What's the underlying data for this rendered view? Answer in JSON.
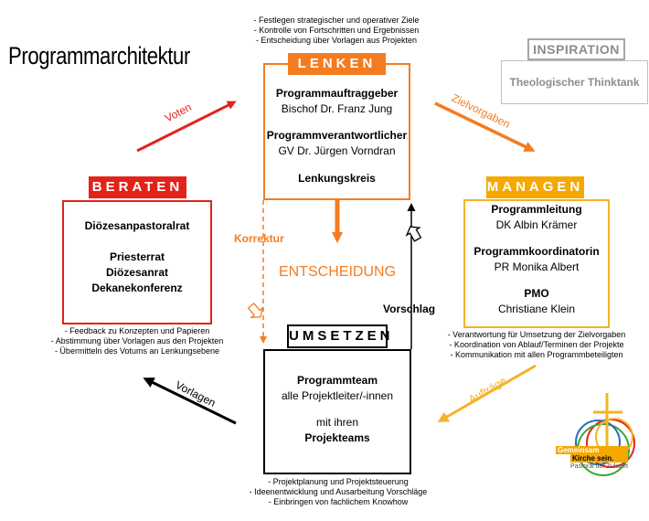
{
  "title": "Programmarchitektur",
  "lenken": {
    "label": "LENKEN",
    "notes": [
      "- Festlegen strategischer und operativer Ziele",
      "- Kontrolle von Fortschritten und Ergebnissen",
      "- Entscheidung über Vorlagen aus Projekten"
    ],
    "role1_title": "Programmauftraggeber",
    "role1_name": "Bischof Dr. Franz Jung",
    "role2_title": "Programmverantwortlicher",
    "role2_name": "GV Dr. Jürgen Vorndran",
    "role3_title": "Lenkungskreis"
  },
  "inspiration": {
    "label": "INSPIRATION",
    "text": "Theologischer Thinktank"
  },
  "beraten": {
    "label": "BERATEN",
    "line1": "Diözesanpastoralrat",
    "line2": "Priesterrat",
    "line3": "Diözesanrat",
    "line4": "Dekanekonferenz",
    "notes": [
      "- Feedback zu Konzepten und Papieren",
      "- Abstimmung über Vorlagen aus den Projekten",
      "- Übermitteln des Votums an Lenkungsebene"
    ]
  },
  "managen": {
    "label": "MANAGEN",
    "role1_title": "Programmleitung",
    "role1_name": "DK Albin Krämer",
    "role2_title": "Programmkoordinatorin",
    "role2_name": "PR Monika Albert",
    "role3_title": "PMO",
    "role3_name": "Christiane Klein",
    "notes": [
      "- Verantwortung für Umsetzung der Zielvorgaben",
      "- Koordination von Ablauf/Terminen der Projekte",
      "- Kommunikation mit allen Programmbeteiligten"
    ]
  },
  "umsetzen": {
    "label": "UMSETZEN",
    "line1": "Programmteam",
    "line2": "alle Projektleiter/-innen",
    "line3": "mit ihren",
    "line4": "Projekteams",
    "notes": [
      "- Projektplanung und Projektsteuerung",
      "- Ideenentwicklung und Ausarbeitung Vorschläge",
      "- Einbringen von fachlichem Knowhow"
    ]
  },
  "arrows": {
    "voten": "Voten",
    "zielvorgaben": "Zielvorgaben",
    "auftraege": "Aufträge",
    "vorlagen": "Vorlagen",
    "korrektur": "Korrektur",
    "entscheidung": "ENTSCHEIDUNG",
    "vorschlag": "Vorschlag"
  },
  "logo": {
    "line1": "Gemeinsam",
    "line2": "Kirche sein.",
    "line3": "Pastoral der Zukunft"
  },
  "colors": {
    "orange": "#f47c20",
    "red": "#e2231a",
    "yellow": "#f5a800",
    "gray": "#a6a6a6"
  }
}
